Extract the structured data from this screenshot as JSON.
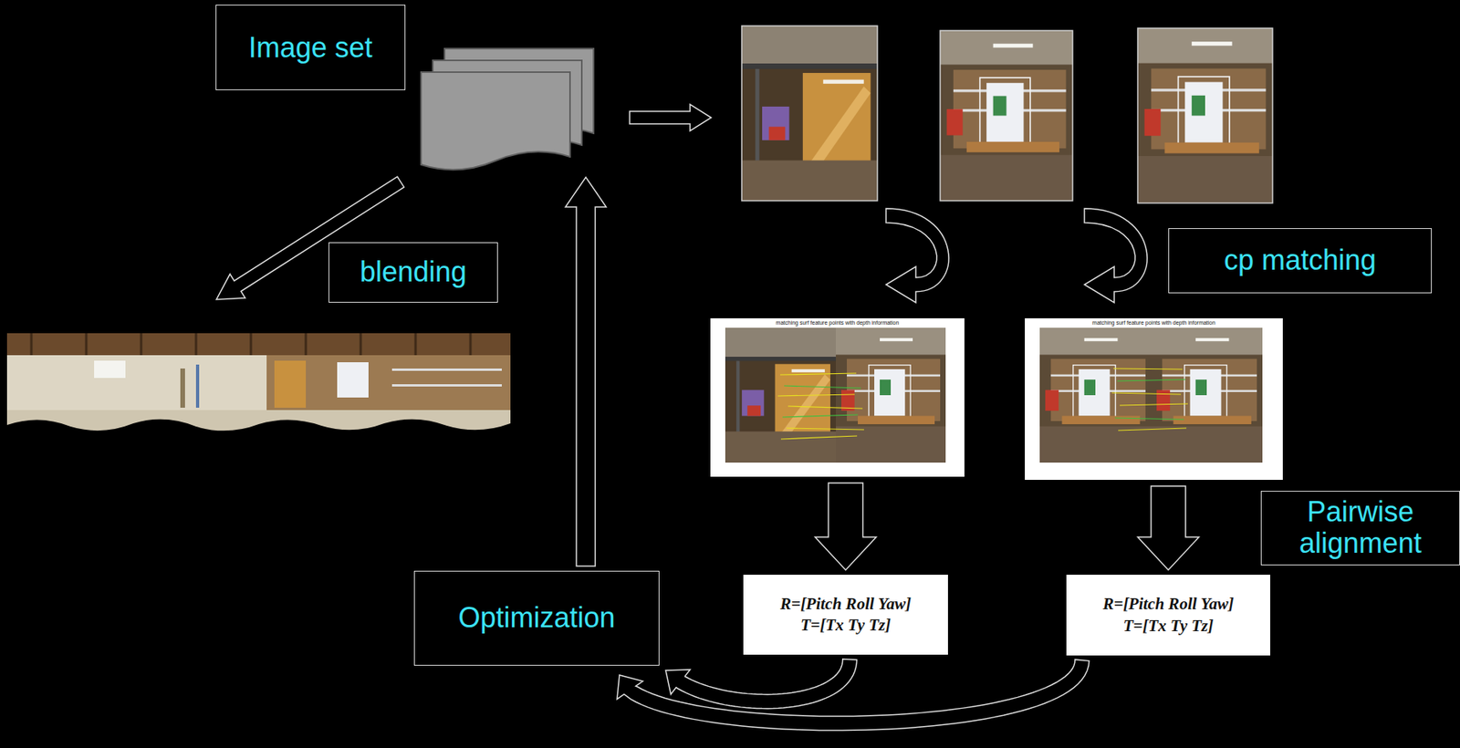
{
  "diagram": {
    "nodes": [
      {
        "text": [
          "Image set"
        ]
      },
      {
        "text": [
          "cp matching"
        ]
      },
      {
        "text": [
          "blending"
        ]
      },
      {
        "text": [
          "matching surf feature points with depth information"
        ]
      },
      {
        "text": [
          "matching surf feature points with depth information"
        ]
      },
      {
        "text": [
          "Pairwise alignment"
        ]
      },
      {
        "text": [
          "Optimization"
        ]
      },
      {
        "text": [
          "R=[Pitch Roll Yaw]",
          "T=[Tx Ty Tz]"
        ]
      },
      {
        "text": [
          "R=[Pitch Roll Yaw]",
          "T=[Tx Ty Tz]"
        ]
      }
    ],
    "edges": [
      {
        "from": 3,
        "to": 7,
        "arrow": "to"
      },
      {
        "from": 4,
        "to": 8,
        "arrow": "to"
      },
      {
        "from": 7,
        "to": 6,
        "arrow": "to"
      },
      {
        "from": 8,
        "to": 6,
        "arrow": "to"
      },
      {
        "from": 6,
        "to": 0,
        "arrow": "to"
      }
    ]
  }
}
